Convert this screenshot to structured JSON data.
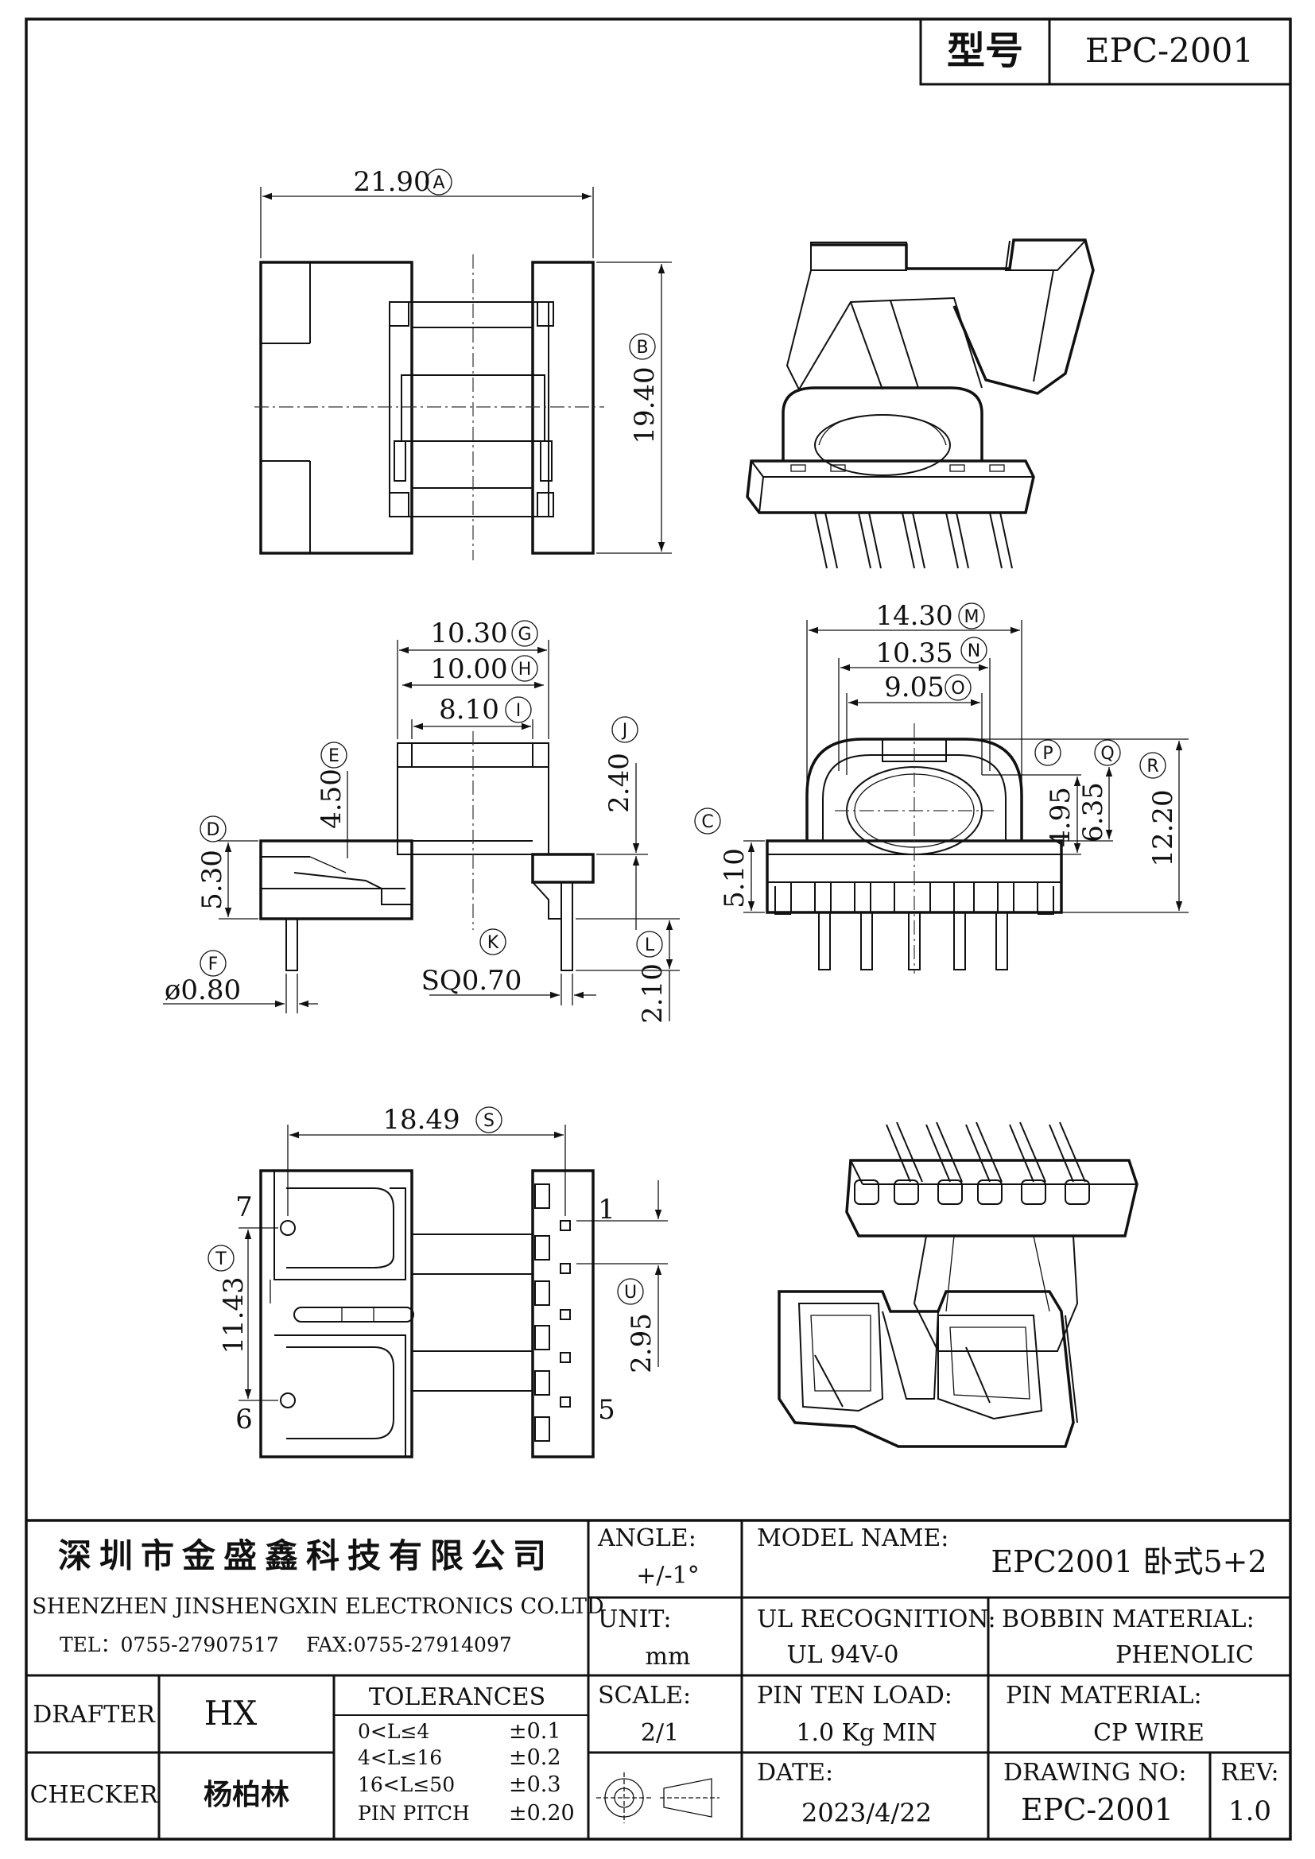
{
  "header": {
    "label": "型号",
    "model": "EPC-2001"
  },
  "dimensions": {
    "A": "21.90",
    "B": "19.40",
    "C": "5.10",
    "D": "5.30",
    "E": "4.50",
    "F": "ø0.80",
    "G": "10.30",
    "H": "10.00",
    "I": "8.10",
    "J": "2.40",
    "K": "SQ0.70",
    "L": "2.10",
    "M": "14.30",
    "N": "10.35",
    "O": "9.05",
    "P": "4.95",
    "Q": "6.35",
    "R": "12.20",
    "S": "18.49",
    "T": "11.43",
    "U": "2.95"
  },
  "circle_letters": [
    "A",
    "B",
    "C",
    "D",
    "E",
    "F",
    "G",
    "H",
    "I",
    "J",
    "K",
    "L",
    "M",
    "N",
    "O",
    "P",
    "Q",
    "R",
    "S",
    "T",
    "U"
  ],
  "pin_numbers": {
    "p1": "1",
    "p5": "5",
    "p6": "6",
    "p7": "7"
  },
  "title_block": {
    "company_cn": "深圳市金盛鑫科技有限公司",
    "company_en": "SHENZHEN JINSHENGXIN ELECTRONICS CO.LTD",
    "tel": "TEL：0755-27907517",
    "fax": "FAX:0755-27914097",
    "angle_label": "ANGLE:",
    "angle_value": "+/-1°",
    "unit_label": "UNIT:",
    "unit_value": "mm",
    "scale_label": "SCALE:",
    "scale_value": "2/1",
    "model_name_label": "MODEL NAME:",
    "model_name_value": "EPC2001 卧式5+2",
    "ul_label": "UL RECOGNITION:",
    "ul_value": "UL 94V-0",
    "bobbin_label": "BOBBIN MATERIAL:",
    "bobbin_value": "PHENOLIC",
    "pin_load_label": "PIN TEN LOAD:",
    "pin_load_value": "1.0 Kg MIN",
    "pin_material_label": "PIN MATERIAL:",
    "pin_material_value": "CP WIRE",
    "date_label": "DATE:",
    "date_value": "2023/4/22",
    "drawing_no_label": "DRAWING NO:",
    "drawing_no_value": "EPC-2001",
    "rev_label": "REV:",
    "rev_value": "1.0",
    "drafter_label": "DRAFTER",
    "drafter_value": "HX",
    "checker_label": "CHECKER",
    "checker_value": "杨柏林",
    "tolerances_title": "TOLERANCES",
    "tolerances": [
      {
        "range": "0<L≤4",
        "tol": "±0.1"
      },
      {
        "range": "4<L≤16",
        "tol": "±0.2"
      },
      {
        "range": "16<L≤50",
        "tol": "±0.3"
      },
      {
        "range": "PIN PITCH",
        "tol": "±0.20"
      }
    ]
  }
}
